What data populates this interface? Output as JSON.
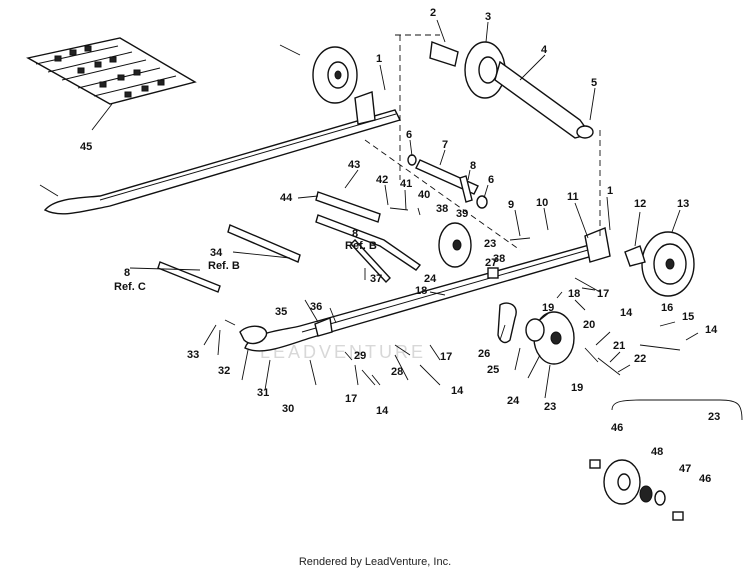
{
  "footer": {
    "text": "Rendered by LeadVenture, Inc."
  },
  "watermark": {
    "text": "LEADVENTURE"
  },
  "callouts": {
    "c1a": "1",
    "c1b": "1",
    "c2": "2",
    "c3": "3",
    "c4": "4",
    "c5": "5",
    "c6a": "6",
    "c6b": "6",
    "c7": "7",
    "c8a": "8",
    "c8b": "8",
    "c8c": "8",
    "refB1": "Ref. B",
    "refB2": "Ref. B",
    "refC": "Ref. C",
    "c9": "9",
    "c10": "10",
    "c11": "11",
    "c12": "12",
    "c13": "13",
    "c14a": "14",
    "c14b": "14",
    "c14c": "14",
    "c14d": "14",
    "c15": "15",
    "c16": "16",
    "c17a": "17",
    "c17b": "17",
    "c17c": "17",
    "c18a": "18",
    "c18b": "18",
    "c19a": "19",
    "c19b": "19",
    "c20": "20",
    "c21": "21",
    "c22": "22",
    "c23a": "23",
    "c23b": "23",
    "c23c": "23",
    "c24a": "24",
    "c24b": "24",
    "c25": "25",
    "c26": "26",
    "c27": "27",
    "c28": "28",
    "c29": "29",
    "c30": "30",
    "c31": "31",
    "c32": "32",
    "c33": "33",
    "c34": "34",
    "c35": "35",
    "c36": "36",
    "c37": "37",
    "c38a": "38",
    "c38b": "38",
    "c39": "39",
    "c40": "40",
    "c41": "41",
    "c42": "42",
    "c43": "43",
    "c44": "44",
    "c45": "45",
    "c46a": "46",
    "c46b": "46",
    "c47": "47",
    "c48": "48"
  }
}
